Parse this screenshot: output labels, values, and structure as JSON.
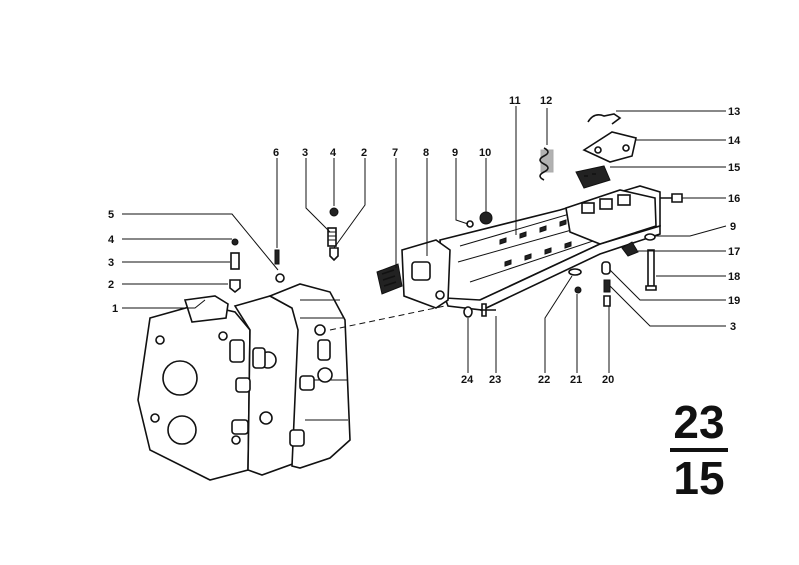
{
  "callouts": {
    "c1": "1",
    "c2a": "2",
    "c2b": "2",
    "c3a": "3",
    "c3b": "3",
    "c3c": "3",
    "c4a": "4",
    "c4b": "4",
    "c5": "5",
    "c6": "6",
    "c7": "7",
    "c8": "8",
    "c9a": "9",
    "c9b": "9",
    "c10": "10",
    "c11": "11",
    "c12": "12",
    "c13": "13",
    "c14": "14",
    "c15": "15",
    "c16": "16",
    "c17": "17",
    "c18": "18",
    "c19": "19",
    "c20": "20",
    "c21": "21",
    "c22": "22",
    "c23": "23",
    "c24": "24"
  },
  "page_number": {
    "top": "23",
    "bottom": "15"
  }
}
